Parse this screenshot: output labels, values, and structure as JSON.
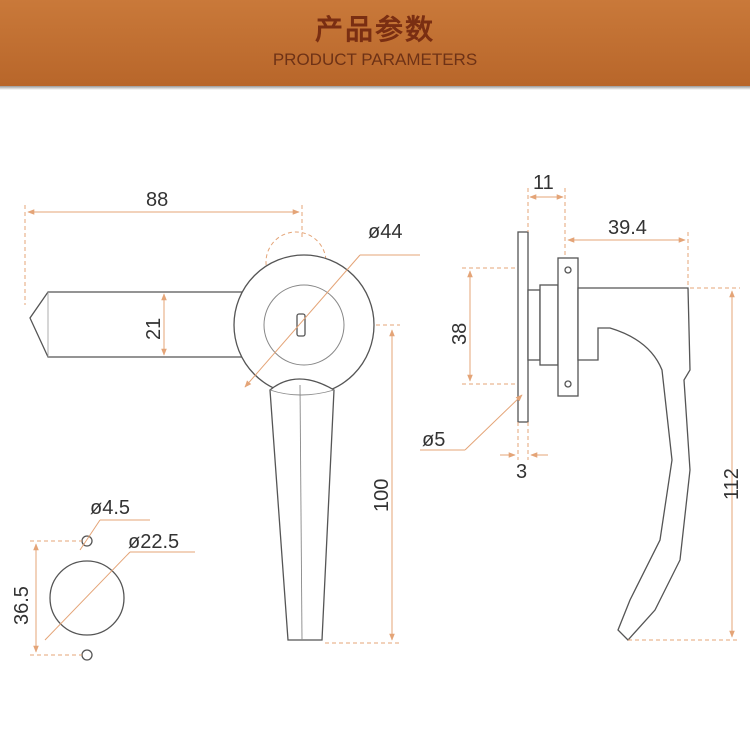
{
  "header": {
    "title_cn": "产品参数",
    "title_en": "PRODUCT PARAMETERS"
  },
  "colors": {
    "banner": "#c0702f",
    "dimension_line": "#e4a477",
    "outline": "#555555"
  },
  "dimensions": {
    "handle_length": "88",
    "rose_diameter": "ø44",
    "bar_width": "21",
    "lever_length": "100",
    "plate_thickness": "11",
    "lever_depth": "39.4",
    "plate_height": "38",
    "hole_diameter": "ø5",
    "plate_gap": "3",
    "total_height": "112",
    "small_hole": "ø4.5",
    "cutout_diameter": "ø22.5",
    "hole_spacing": "36.5"
  }
}
